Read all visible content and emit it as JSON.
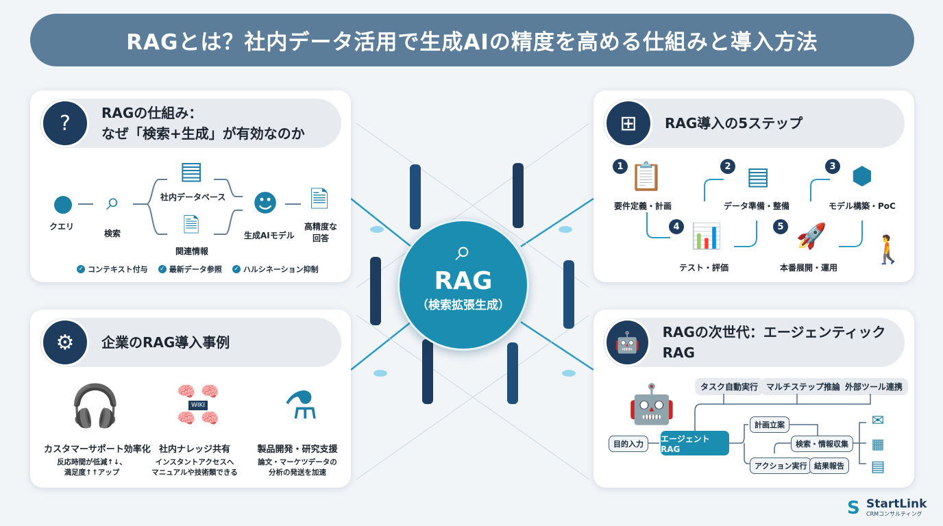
{
  "title": "RAGとは？社内データ活用で生成AIの精度を高める仕組みと導入方法",
  "center": {
    "main": "RAG",
    "sub": "（検索拡張生成）"
  },
  "mechanism": {
    "title_line1": "RAGの仕組み：",
    "title_line2": "なぜ「検索+生成」が有効なのか",
    "nodes": {
      "query": "クエリ",
      "search": "検索",
      "db": "社内データベース",
      "related": "関連情報",
      "model": "生成AIモデル",
      "answer_line1": "高精度な",
      "answer_line2": "回答"
    },
    "benefits": [
      "コンテキスト付与",
      "最新データ参照",
      "ハルシネーション抑制"
    ]
  },
  "steps": {
    "title": "RAG導入の5ステップ",
    "items": [
      {
        "n": "1",
        "label": "要件定義・計画"
      },
      {
        "n": "2",
        "label": "データ準備・整備"
      },
      {
        "n": "3",
        "label": "モデル構築・PoC"
      },
      {
        "n": "4",
        "label": "テスト・評価"
      },
      {
        "n": "5",
        "label": "本番展開・運用"
      }
    ]
  },
  "cases": {
    "title": "企業のRAG導入事例",
    "items": [
      {
        "title": "カスタマーサポート効率化",
        "line1": "反応時間が低減↑↓、",
        "line2": "満足度↑↑アップ"
      },
      {
        "title": "社内ナレッジ共有",
        "line1": "インスタントアクセスへ",
        "line2": "マニュアルや技術類できる"
      },
      {
        "title": "製品開発・研究支援",
        "line1": "論文・マーケツデータの",
        "line2": "分析の発送を加速"
      }
    ],
    "book": "WIKI"
  },
  "agentic": {
    "title": "RAGの次世代：エージェンティックRAG",
    "features": [
      "タスク自動実行",
      "マルチステップ推論",
      "外部ツール連携"
    ],
    "input": "目的入力",
    "agent": "エージェントRAG",
    "plan": "計画立案",
    "search": "検索・情報収集",
    "action": "アクション実行",
    "report": "結果報告"
  },
  "brand": {
    "name": "StartLink",
    "sub": "CRMコンサルティング"
  }
}
